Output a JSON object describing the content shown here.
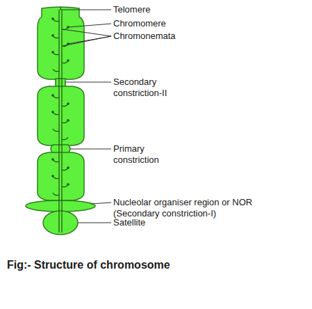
{
  "diagram": {
    "caption": "Fig:- Structure of chromosome",
    "labels": [
      "Telomere",
      "Chromomere",
      "Chromonemata",
      "Secondary constriction-II",
      "Primary constriction",
      "Nucleolar organiser region or NOR (Secondary constriction-I)",
      "Satellite"
    ]
  }
}
